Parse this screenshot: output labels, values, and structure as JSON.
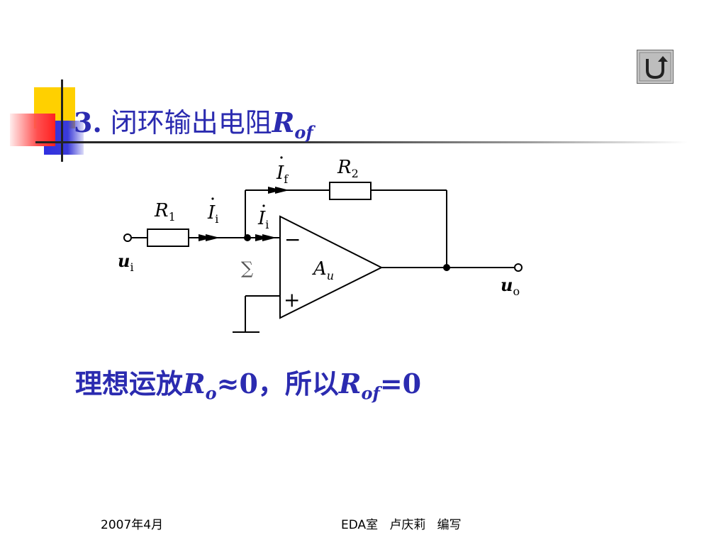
{
  "title": {
    "number": "3.",
    "text": "闭环输出电阻",
    "symbol": "R",
    "subscript": "of"
  },
  "back_button": {
    "icon": "u-turn-back-icon",
    "color": "#c8c8c8"
  },
  "circuit": {
    "R1": "R",
    "R1_sub": "1",
    "R2": "R",
    "R2_sub": "2",
    "If": "I",
    "If_sub": "f",
    "Ii": "I",
    "Ii_sub": "i",
    "Ii2": "I",
    "Ii2_sub": "i",
    "sigma": "∑",
    "minus": "−",
    "plus": "+",
    "gain": "A",
    "gain_sub": "u",
    "input": "u",
    "input_sub": "i",
    "output": "u",
    "output_sub": "o"
  },
  "conclusion": {
    "prefix": "理想运放",
    "r1": "R",
    "r1_sub": "o",
    "approx": "≈0，所以",
    "r2": "R",
    "r2_sub": "of",
    "suffix": "=0"
  },
  "footer": {
    "date": "2007年4月",
    "author": "EDA室   卢庆莉   编写"
  },
  "colors": {
    "title": "#2b2bb0",
    "accent_yellow": "#ffd000",
    "accent_blue": "#2f2fe0",
    "accent_red": "#ff5050"
  }
}
